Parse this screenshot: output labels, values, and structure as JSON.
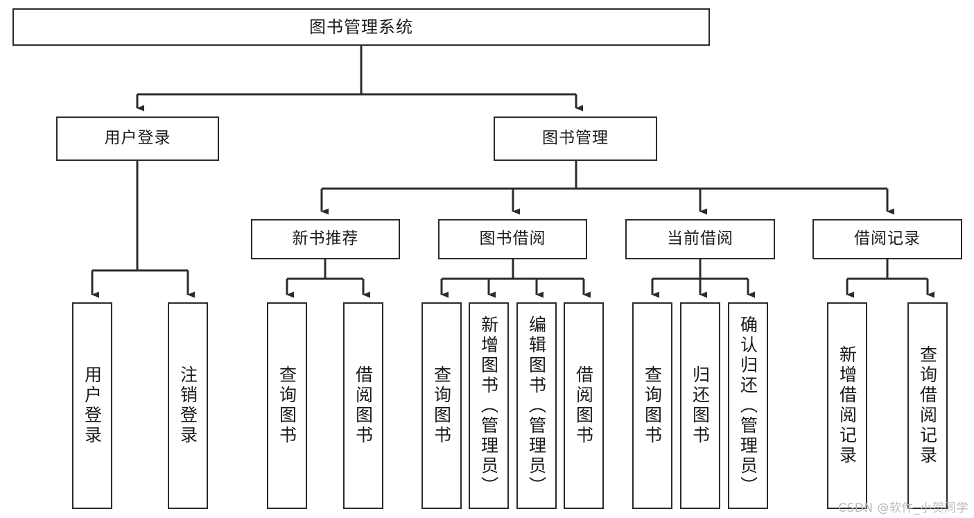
{
  "diagram": {
    "type": "tree-hierarchy",
    "title": "图书管理系统",
    "watermark": "CSDN @软件_小贺同学",
    "colors": {
      "box_border": "#2b2b2b",
      "box_fill": "#ffffff",
      "connector": "#2b2b2b",
      "text": "#1a1a1a",
      "watermark": "#b9b9b9",
      "background": "#ffffff"
    },
    "levels": [
      {
        "level": 1,
        "nodes": [
          {
            "id": "root",
            "label": "图书管理系统",
            "orientation": "horizontal"
          }
        ]
      },
      {
        "level": 2,
        "nodes": [
          {
            "id": "user-login",
            "label": "用户登录",
            "orientation": "horizontal",
            "parent": "root"
          },
          {
            "id": "book-manage",
            "label": "图书管理",
            "orientation": "horizontal",
            "parent": "root"
          }
        ]
      },
      {
        "level": 3,
        "nodes": [
          {
            "id": "new-book-rec",
            "label": "新书推荐",
            "orientation": "horizontal",
            "parent": "book-manage"
          },
          {
            "id": "book-borrow",
            "label": "图书借阅",
            "orientation": "horizontal",
            "parent": "book-manage"
          },
          {
            "id": "current-borrow",
            "label": "当前借阅",
            "orientation": "horizontal",
            "parent": "book-manage"
          },
          {
            "id": "borrow-record",
            "label": "借阅记录",
            "orientation": "horizontal",
            "parent": "book-manage"
          }
        ]
      },
      {
        "level": 4,
        "nodes": [
          {
            "id": "leaf-user-login",
            "label": "用户登录",
            "orientation": "vertical",
            "parent": "user-login"
          },
          {
            "id": "leaf-logout",
            "label": "注销登录",
            "orientation": "vertical",
            "parent": "user-login"
          },
          {
            "id": "leaf-query-book-rec",
            "label": "查询图书",
            "orientation": "vertical",
            "parent": "new-book-rec"
          },
          {
            "id": "leaf-borrow-book-rec",
            "label": "借阅图书",
            "orientation": "vertical",
            "parent": "new-book-rec"
          },
          {
            "id": "leaf-query-book-b",
            "label": "查询图书",
            "orientation": "vertical",
            "parent": "book-borrow"
          },
          {
            "id": "leaf-add-book",
            "label": "新增图书（管理员）",
            "orientation": "vertical",
            "parent": "book-borrow"
          },
          {
            "id": "leaf-edit-book",
            "label": "编辑图书（管理员）",
            "orientation": "vertical",
            "parent": "book-borrow"
          },
          {
            "id": "leaf-borrow-book-b",
            "label": "借阅图书",
            "orientation": "vertical",
            "parent": "book-borrow"
          },
          {
            "id": "leaf-query-book-c",
            "label": "查询图书",
            "orientation": "vertical",
            "parent": "current-borrow"
          },
          {
            "id": "leaf-return-book",
            "label": "归还图书",
            "orientation": "vertical",
            "parent": "current-borrow"
          },
          {
            "id": "leaf-confirm-return",
            "label": "确认归还（管理员）",
            "orientation": "vertical",
            "parent": "current-borrow"
          },
          {
            "id": "leaf-add-record",
            "label": "新增借阅记录",
            "orientation": "vertical",
            "parent": "borrow-record"
          },
          {
            "id": "leaf-query-record",
            "label": "查询借阅记录",
            "orientation": "vertical",
            "parent": "borrow-record"
          }
        ]
      }
    ],
    "labels": {
      "root": "图书管理系统",
      "user_login": "用户登录",
      "book_manage": "图书管理",
      "new_book_rec": "新书推荐",
      "book_borrow": "图书借阅",
      "current_borrow": "当前借阅",
      "borrow_record": "借阅记录",
      "leaf_user_login": "用户登录",
      "leaf_logout": "注销登录",
      "leaf_query_book_rec": "查询图书",
      "leaf_borrow_book_rec": "借阅图书",
      "leaf_query_book_b": "查询图书",
      "leaf_add_book": "新增图书（管理员）",
      "leaf_edit_book": "编辑图书（管理员）",
      "leaf_borrow_book_b": "借阅图书",
      "leaf_query_book_c": "查询图书",
      "leaf_return_book": "归还图书",
      "leaf_confirm_return": "确认归还（管理员）",
      "leaf_add_record": "新增借阅记录",
      "leaf_query_record": "查询借阅记录"
    }
  }
}
